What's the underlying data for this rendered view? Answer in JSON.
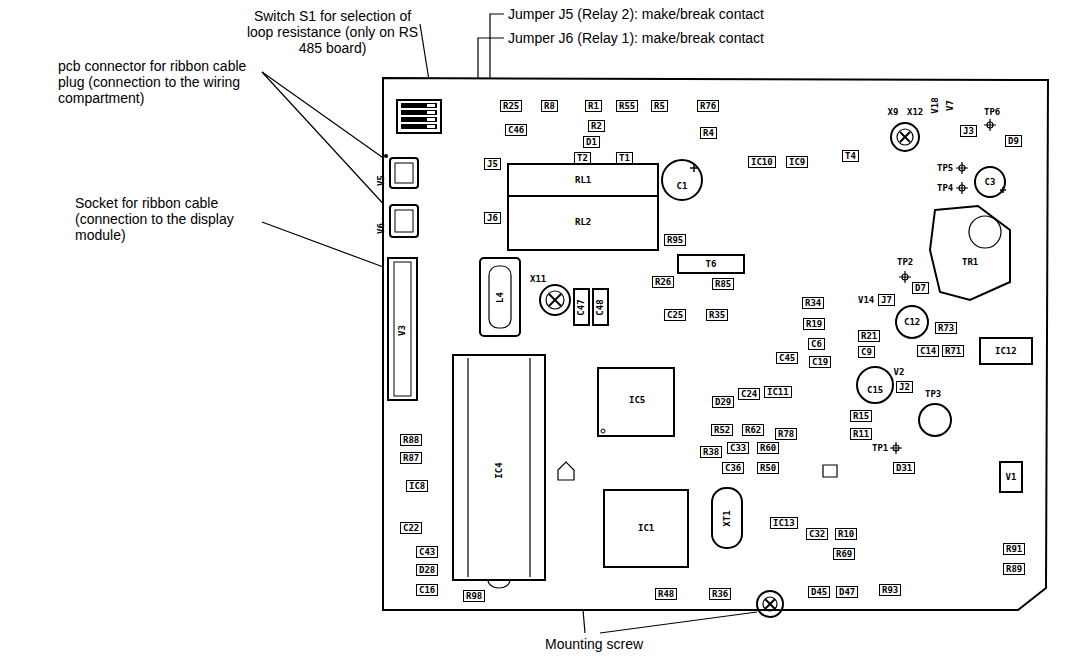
{
  "diagram": {
    "labels": [
      "Switch S1 for selection of loop resistance (only on RS 485 board)",
      "Jumper J5 (Relay 2): make/break contact",
      "Jumper J6 (Relay 1): make/break contact",
      "pcb connector for ribbon cable plug (connection to the wiring compartment)",
      "Socket for ribbon cable (connection to the display module)",
      "Mounting screw",
      "V5",
      "V6",
      "J5",
      "J6",
      "V3",
      "RL1",
      "RL2",
      "L4",
      "X11",
      "C47",
      "C48",
      "IC4",
      "IC5",
      "IC1",
      "XT1",
      "TR1",
      "X9",
      "X12",
      "V18",
      "V7",
      "C1",
      "C3",
      "C12",
      "C15",
      "T6",
      "IC12",
      "V1",
      "TP6",
      "TP5",
      "TP4",
      "TP2",
      "TP3",
      "TP1",
      "V14",
      "V2",
      "R25",
      "R8",
      "R1",
      "R55",
      "R5",
      "R76",
      "R2",
      "D1",
      "C46",
      "R4",
      "T2",
      "T1",
      "IC10",
      "IC9",
      "T4",
      "J3",
      "D9",
      "R95",
      "R26",
      "R85",
      "C25",
      "R35",
      "R34",
      "R19",
      "C6",
      "C45",
      "C19",
      "R21",
      "C9",
      "J7",
      "D7",
      "R73",
      "C14",
      "R71",
      "D29",
      "C24",
      "IC11",
      "J2",
      "R52",
      "R62",
      "R78",
      "R15",
      "R11",
      "R38",
      "C33",
      "R60",
      "C36",
      "R50",
      "D31",
      "IC13",
      "C32",
      "R10",
      "R69",
      "R91",
      "R89",
      "R98",
      "R48",
      "R36",
      "D45",
      "D47",
      "R93",
      "R88",
      "R87",
      "IC8",
      "C22",
      "C43",
      "D28",
      "C16"
    ]
  }
}
